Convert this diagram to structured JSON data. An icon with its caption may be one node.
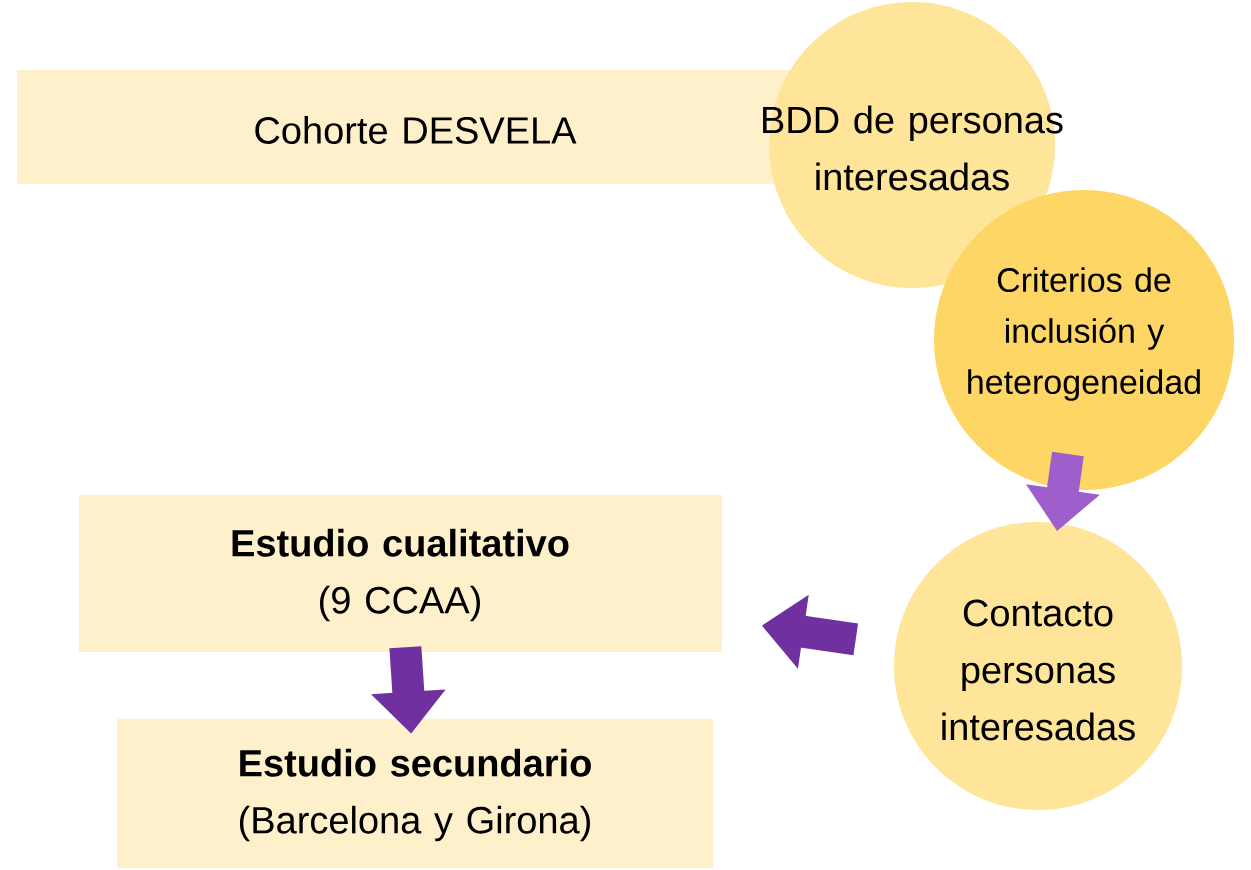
{
  "diagram": {
    "nodes": [
      {
        "text": [
          "Cohorte DESVELA"
        ]
      },
      {
        "text": [
          "BDD de personas interesadas"
        ]
      },
      {
        "text": [
          "Criterios de inclusión y heterogeneidad"
        ]
      },
      {
        "text": [
          "Contacto personas interesadas"
        ]
      },
      {
        "text": [
          "Estudio cualitativo",
          "(9 CCAA)"
        ]
      },
      {
        "text": [
          "Estudio secundario",
          "(Barcelona y Girona)"
        ]
      }
    ],
    "edges": [
      {
        "from": 2,
        "to": 3,
        "arrow": "to",
        "color": "#9e5fcd"
      },
      {
        "from": 3,
        "to": 4,
        "arrow": "to"
      },
      {
        "from": 4,
        "to": 5,
        "arrow": "to"
      }
    ]
  }
}
